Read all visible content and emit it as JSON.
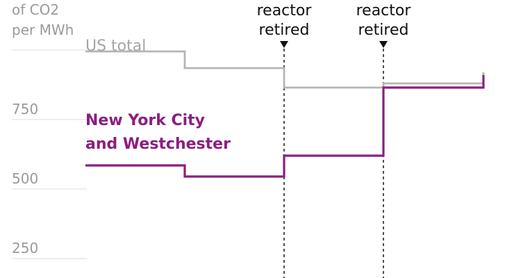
{
  "chart_data": {
    "type": "line",
    "unit_label_lines": [
      "of CO2",
      "per MWh"
    ],
    "ylim": [
      180,
      1180
    ],
    "yticks": [
      250,
      500,
      750
    ],
    "x": [
      0,
      1,
      2,
      3,
      4
    ],
    "series": [
      {
        "name": "US total",
        "label": "US total",
        "values": [
          995,
          935,
          865,
          880,
          880,
          920
        ],
        "color": "#b5b5b5"
      },
      {
        "name": "New York City and Westchester",
        "label_lines": [
          "New York City",
          "and Westchester"
        ],
        "values": [
          585,
          545,
          620,
          865,
          865,
          910
        ],
        "color": "#8a1f80"
      }
    ],
    "annotations": [
      {
        "label_lines": [
          "reactor",
          "retired"
        ],
        "x": 2
      },
      {
        "label_lines": [
          "reactor",
          "retired"
        ],
        "x": 3
      }
    ]
  }
}
